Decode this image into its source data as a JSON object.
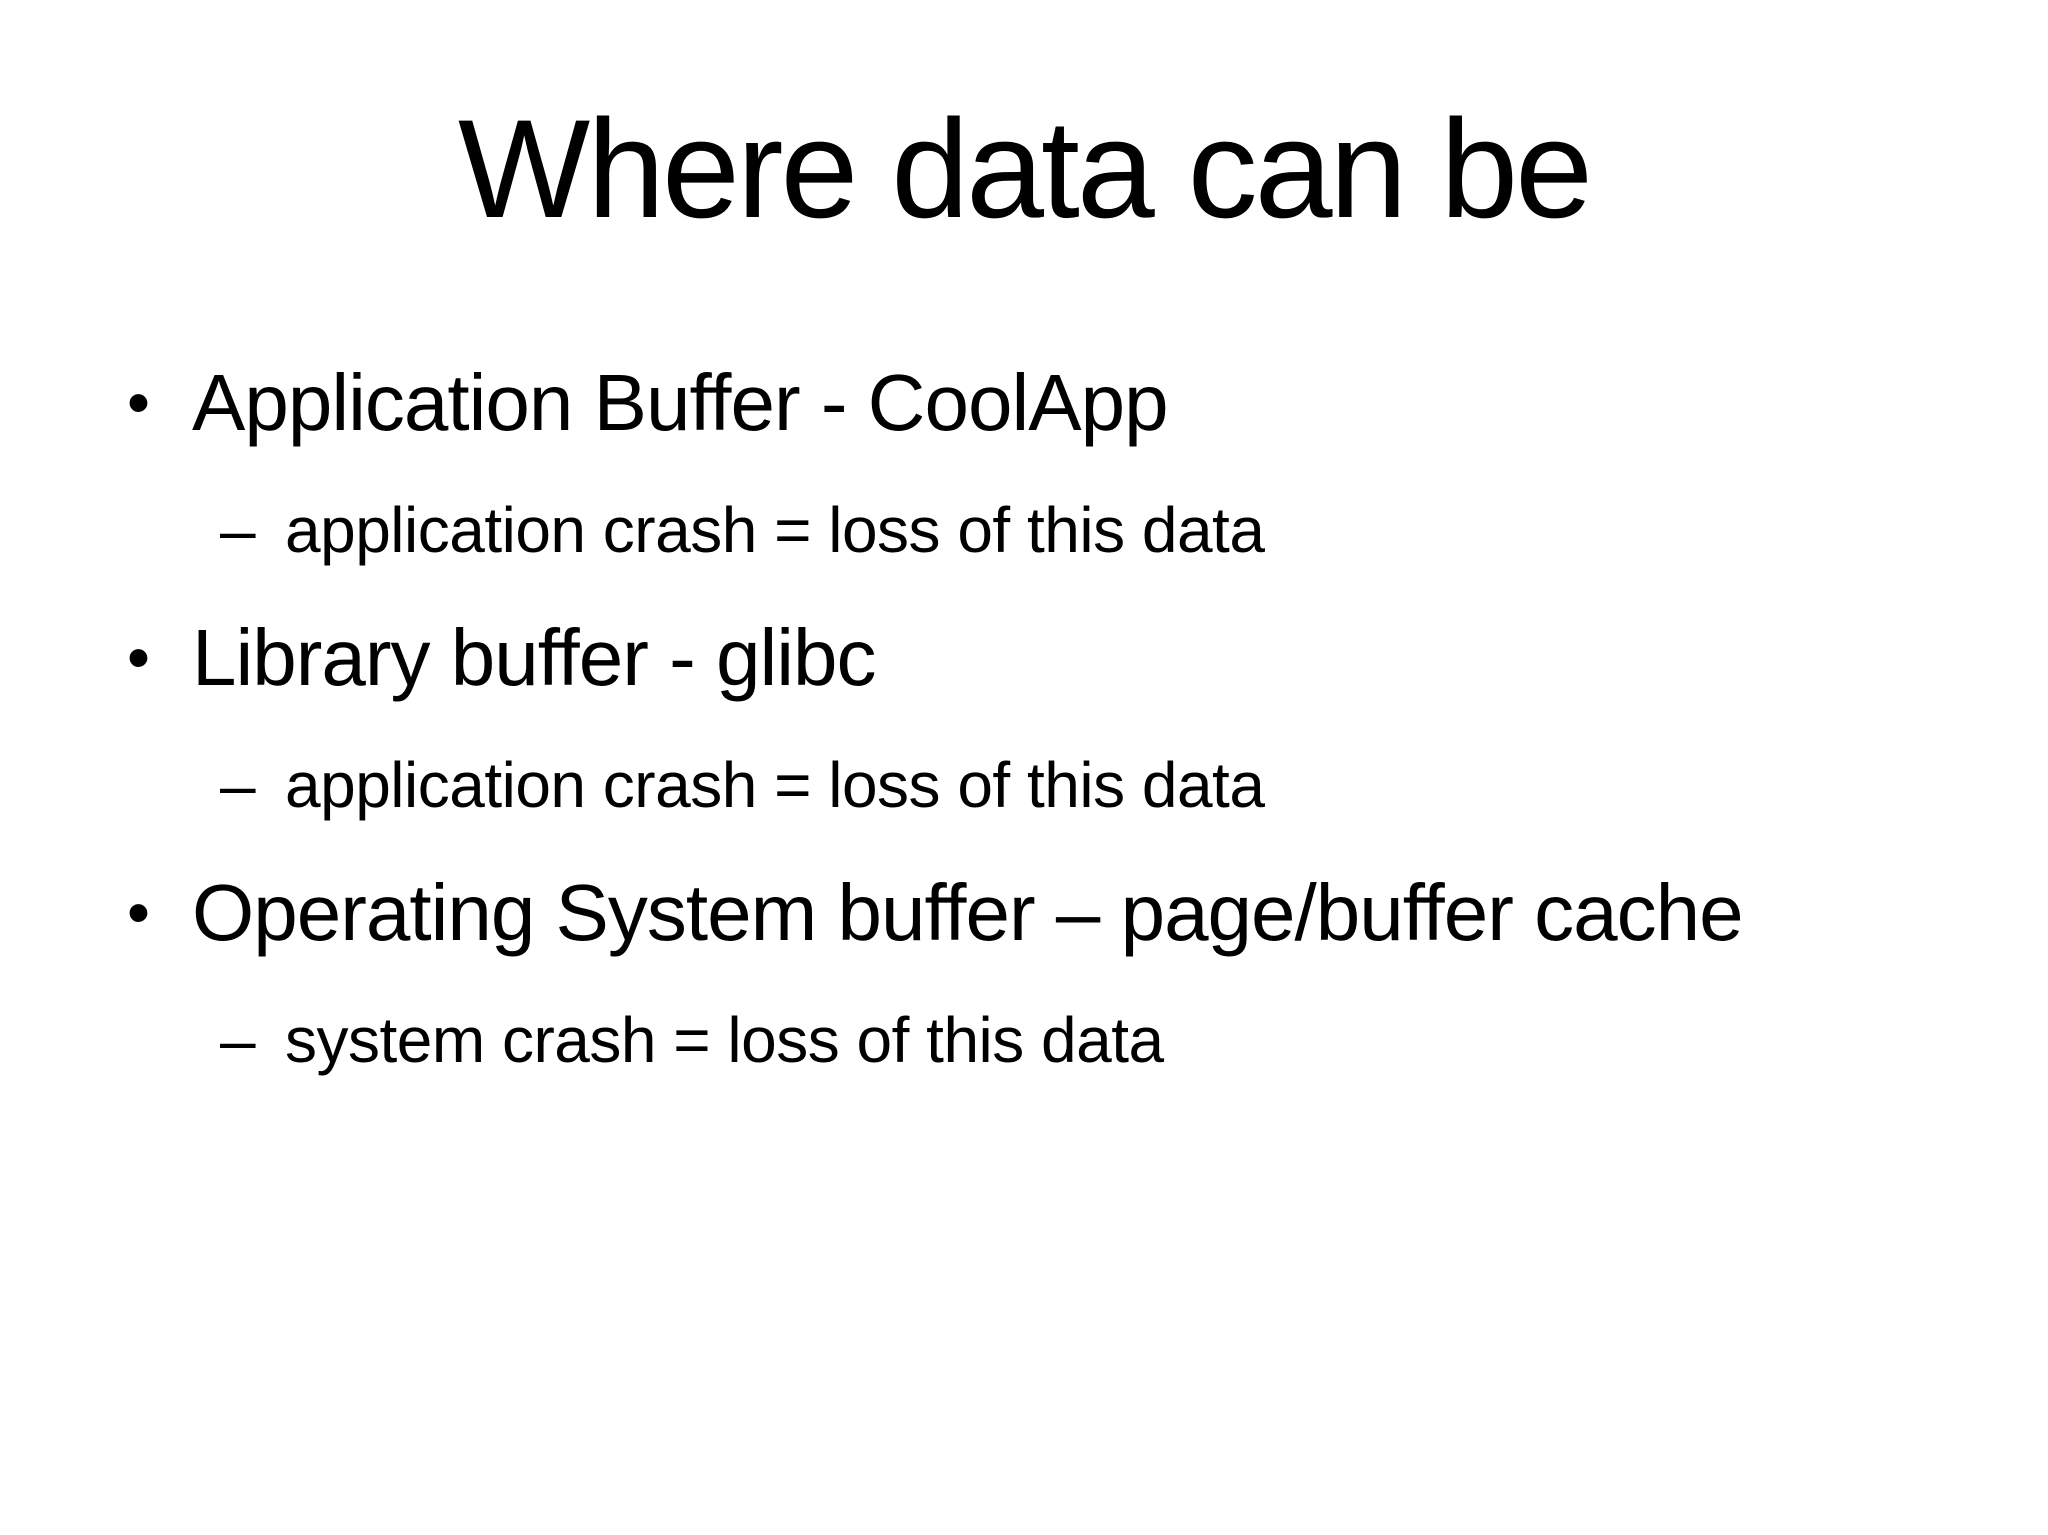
{
  "slide": {
    "background": "#ffffff",
    "text_color": "#000000",
    "title": "Where data can be",
    "bullet_glyph": "•",
    "sub_bullet_glyph": "–",
    "bullets": [
      {
        "label": "Application Buffer - CoolApp",
        "sub": "application crash = loss of this data"
      },
      {
        "label": "Library buffer - glibc",
        "sub": "application crash = loss of this data"
      },
      {
        "label": "Operating System buffer – page/buffer cache",
        "sub": "system crash = loss of this data"
      }
    ]
  }
}
